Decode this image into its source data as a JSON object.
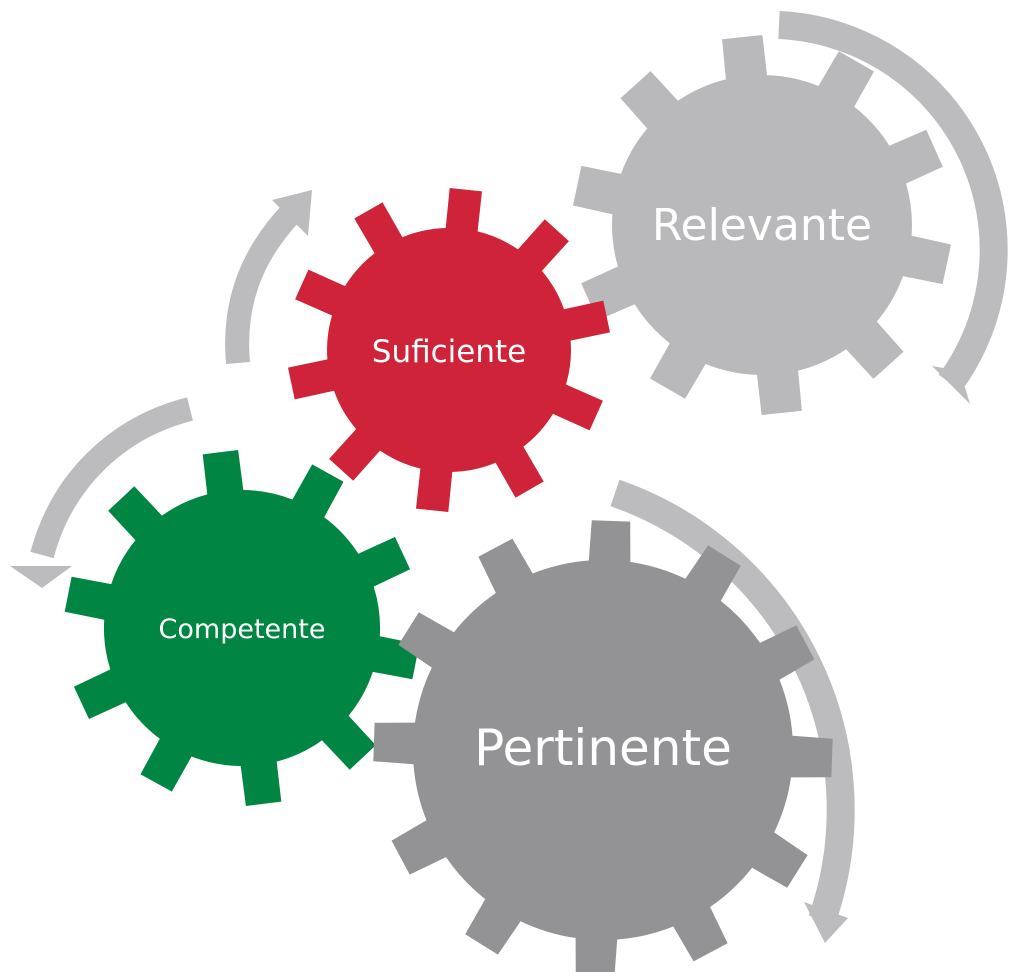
{
  "gears": {
    "relevante": {
      "label": "Relevante",
      "color": "#b9b9bb"
    },
    "suficiente": {
      "label": "Suficiente",
      "color": "#cf2339"
    },
    "competente": {
      "label": "Competente",
      "color": "#008542"
    },
    "pertinente": {
      "label": "Pertinente",
      "color": "#939395"
    }
  },
  "arrow_color": "#bcbcbe"
}
